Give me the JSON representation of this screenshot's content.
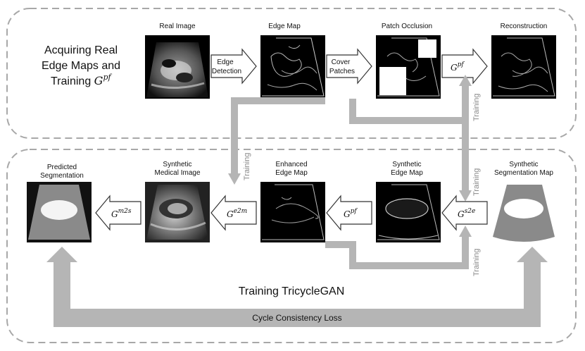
{
  "top_panel": {
    "title_line1": "Acquiring Real",
    "title_line2": "Edge Maps and",
    "title_line3": "Training ",
    "title_gen_base": "G",
    "title_gen_sup": "pf",
    "images": {
      "real_image": "Real Image",
      "edge_map": "Edge Map",
      "patch_occlusion": "Patch Occlusion",
      "reconstruction": "Reconstruction"
    },
    "arrows": {
      "edge_detection_1": "Edge",
      "edge_detection_2": "Detection",
      "cover_patches_1": "Cover",
      "cover_patches_2": "Patches",
      "gpf_base": "G",
      "gpf_sup": "pf"
    },
    "training": "Training"
  },
  "bottom_panel": {
    "title": "Training TricycleGAN",
    "images": {
      "predicted_1": "Predicted",
      "predicted_2": "Segmentation",
      "synthetic_medical_1": "Synthetic",
      "synthetic_medical_2": "Medical Image",
      "enhanced_1": "Enhanced",
      "enhanced_2": "Edge Map",
      "synthetic_edge_1": "Synthetic",
      "synthetic_edge_2": "Edge Map",
      "synthetic_seg_1": "Synthetic",
      "synthetic_seg_2": "Segmentation Map"
    },
    "arrows": {
      "gm2s_base": "G",
      "gm2s_sup": "m2s",
      "ge2m_base": "G",
      "ge2m_sup": "e2m",
      "gpf_base": "G",
      "gpf_sup": "pf",
      "gs2e_base": "G",
      "gs2e_sup": "s2e"
    },
    "training_left": "Training",
    "training_right_top": "Training",
    "training_right_bottom": "Training",
    "cycle_loss": "Cycle Consistency Loss"
  }
}
